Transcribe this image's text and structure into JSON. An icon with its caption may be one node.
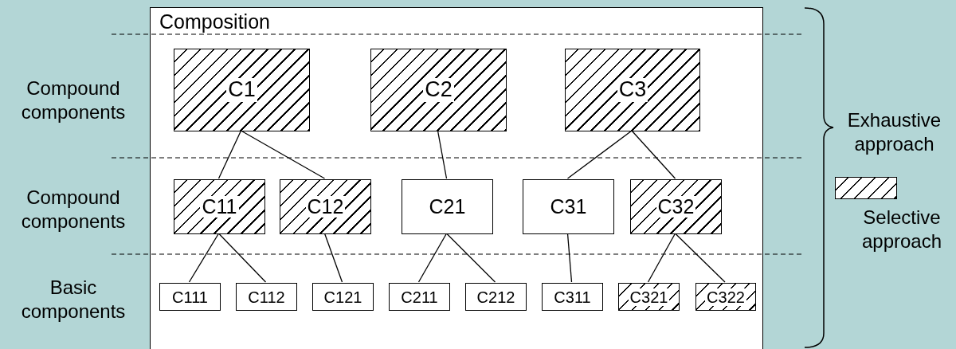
{
  "diagram": {
    "nodes": [
      {
        "text": [
          "Composition"
        ]
      },
      {
        "text": [
          "C1"
        ],
        "in": 0
      },
      {
        "text": [
          "C2"
        ],
        "in": 0
      },
      {
        "text": [
          "C3"
        ],
        "in": 0
      },
      {
        "text": [
          "C11"
        ],
        "in": 0
      },
      {
        "text": [
          "C12"
        ],
        "in": 0
      },
      {
        "text": [
          "C21"
        ],
        "in": 0
      },
      {
        "text": [
          "C31"
        ],
        "in": 0
      },
      {
        "text": [
          "C32"
        ],
        "in": 0
      },
      {
        "text": [
          "C111"
        ],
        "in": 0
      },
      {
        "text": [
          "C112"
        ],
        "in": 0
      },
      {
        "text": [
          "C121"
        ],
        "in": 0
      },
      {
        "text": [
          "C211"
        ],
        "in": 0
      },
      {
        "text": [
          "C212"
        ],
        "in": 0
      },
      {
        "text": [
          "C311"
        ],
        "in": 0
      },
      {
        "text": [
          "C321"
        ],
        "in": 0
      },
      {
        "text": [
          "C322"
        ],
        "in": 0
      }
    ],
    "edges": [
      {
        "from": 1,
        "to": 4,
        "arrow": "none"
      },
      {
        "from": 1,
        "to": 5,
        "arrow": "none"
      },
      {
        "from": 2,
        "to": 6,
        "arrow": "none"
      },
      {
        "from": 3,
        "to": 7,
        "arrow": "none"
      },
      {
        "from": 3,
        "to": 8,
        "arrow": "none"
      },
      {
        "from": 4,
        "to": 9,
        "arrow": "none"
      },
      {
        "from": 4,
        "to": 10,
        "arrow": "none"
      },
      {
        "from": 5,
        "to": 11,
        "arrow": "none"
      },
      {
        "from": 6,
        "to": 12,
        "arrow": "none"
      },
      {
        "from": 6,
        "to": 13,
        "arrow": "none"
      },
      {
        "from": 7,
        "to": 14,
        "arrow": "none"
      },
      {
        "from": 8,
        "to": 15,
        "arrow": "none"
      },
      {
        "from": 8,
        "to": 16,
        "arrow": "none"
      }
    ],
    "labels": [
      "Compound components",
      "Compound components",
      "Basic components",
      "Exhaustive approach"
    ],
    "legend": [
      {
        "text": "Selective approach"
      }
    ]
  }
}
